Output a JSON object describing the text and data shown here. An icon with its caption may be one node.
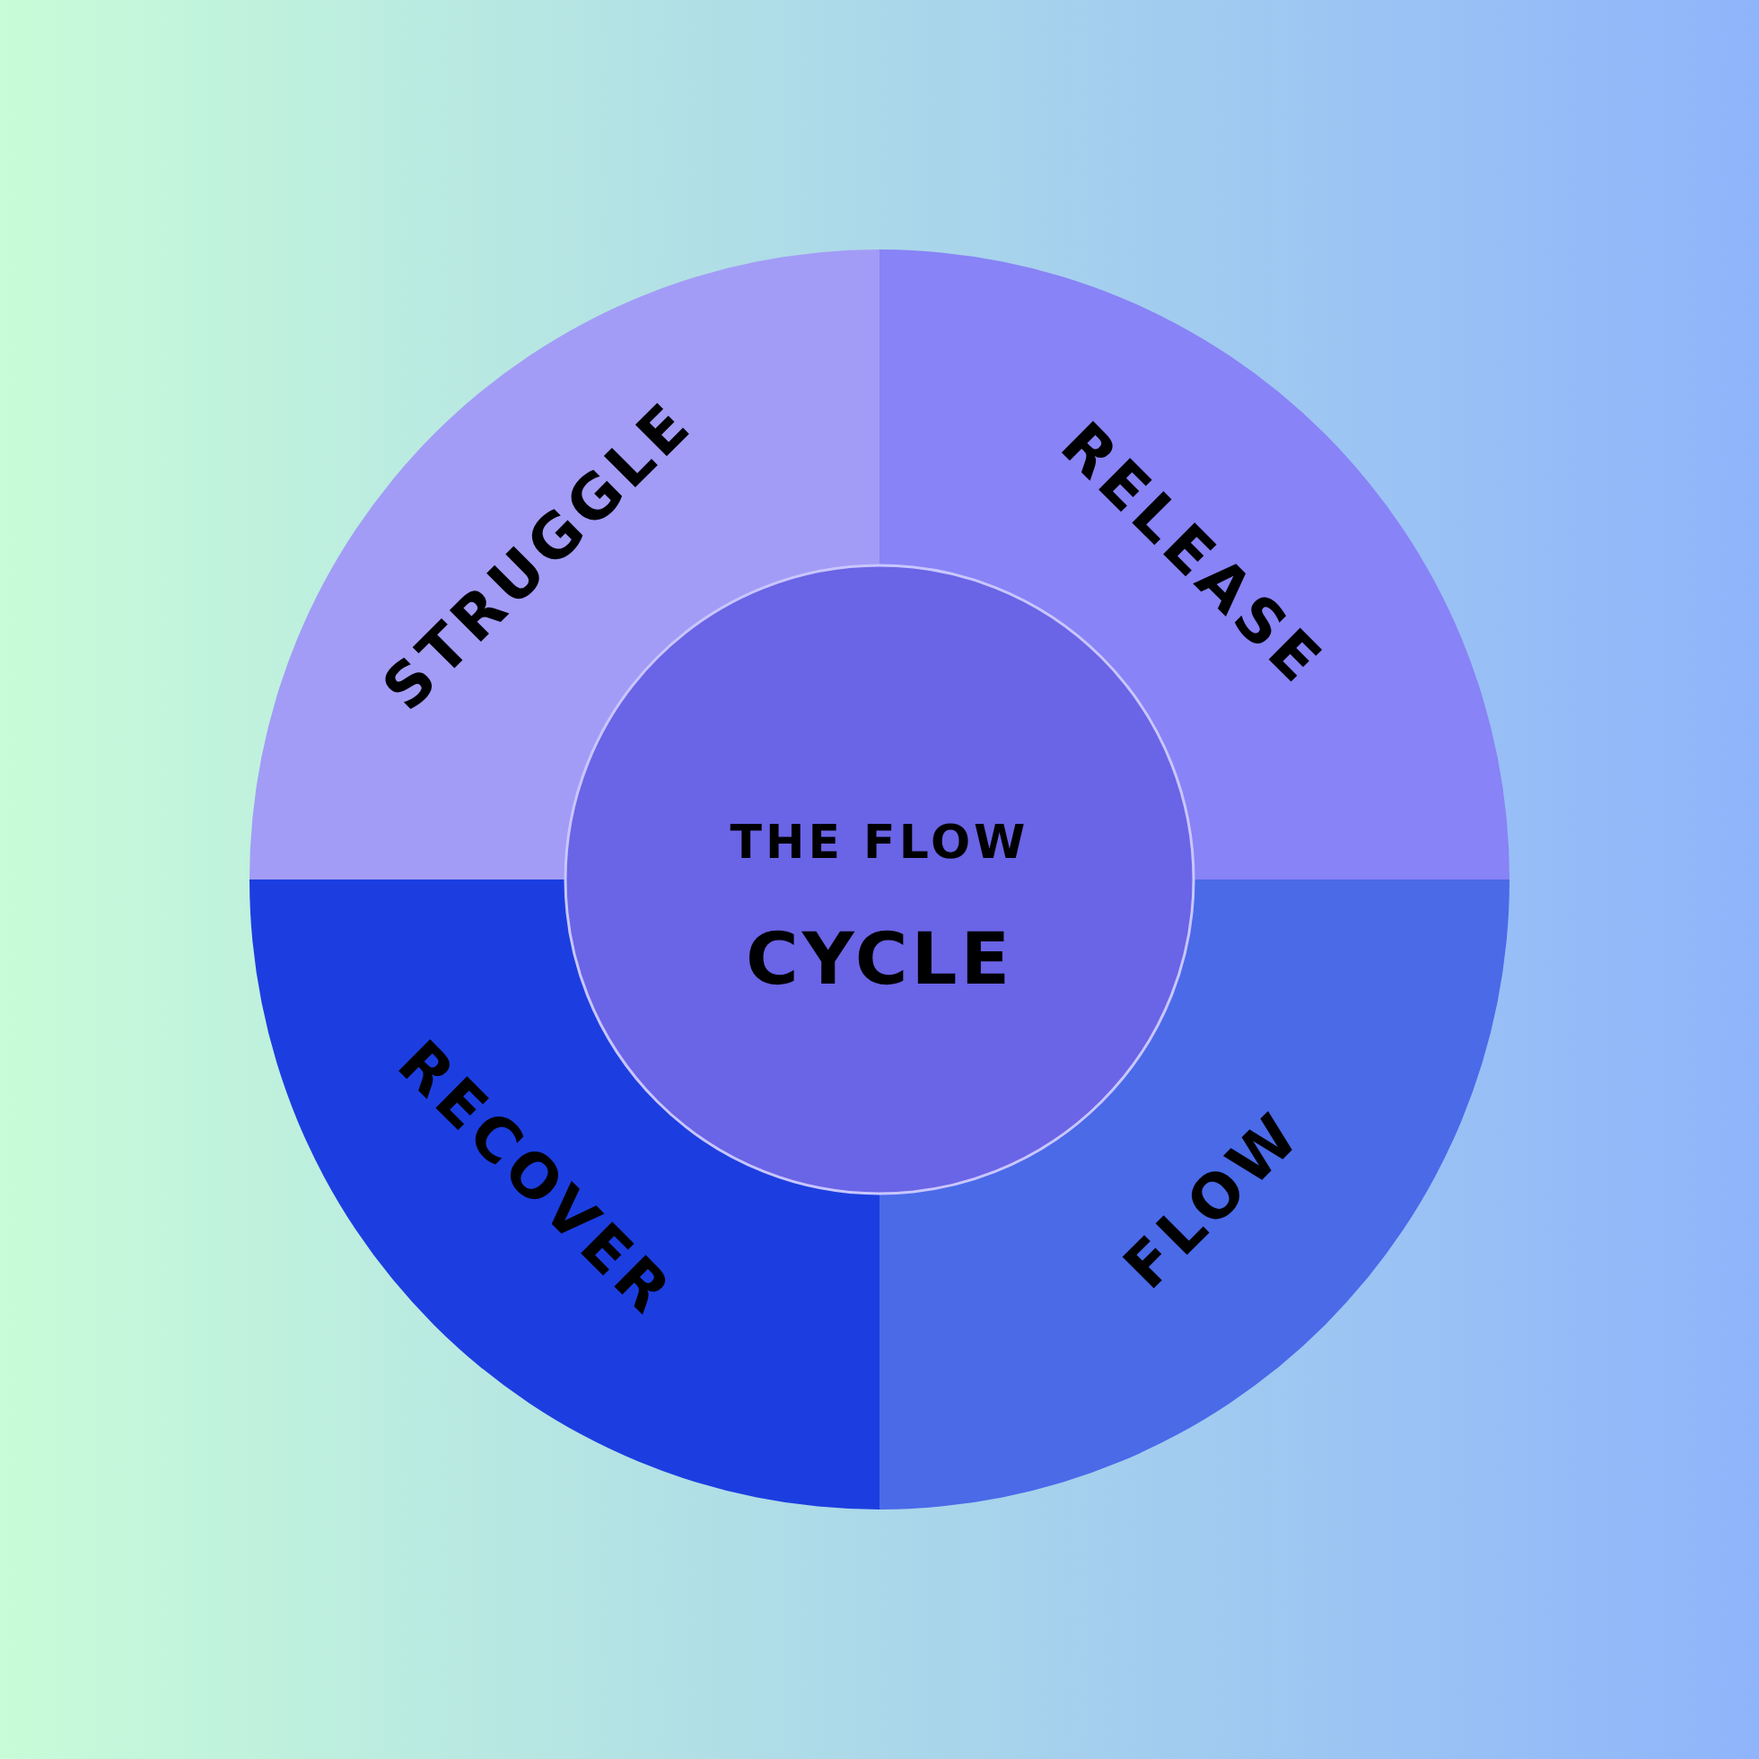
{
  "diagram": {
    "nodes": [
      {
        "text": [
          "STRUGGLE"
        ]
      },
      {
        "text": [
          "RELEASE"
        ]
      },
      {
        "text": [
          "THE FLOW",
          "CYCLE"
        ]
      },
      {
        "text": [
          "RECOVER"
        ]
      },
      {
        "text": [
          "FLOW"
        ]
      }
    ]
  }
}
